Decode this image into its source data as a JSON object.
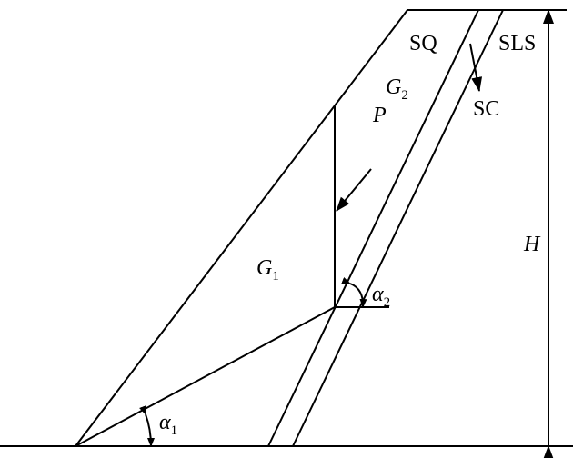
{
  "labels": {
    "sq": "SQ",
    "sls": "SLS",
    "sc": "SC",
    "g2": "G",
    "g2_sub": "2",
    "g1": "G",
    "g1_sub": "1",
    "p": "P",
    "h": "H",
    "alpha1": "α",
    "alpha1_sub": "1",
    "alpha2": "α",
    "alpha2_sub": "2"
  },
  "colors": {
    "line": "#000000",
    "background": "#ffffff"
  }
}
